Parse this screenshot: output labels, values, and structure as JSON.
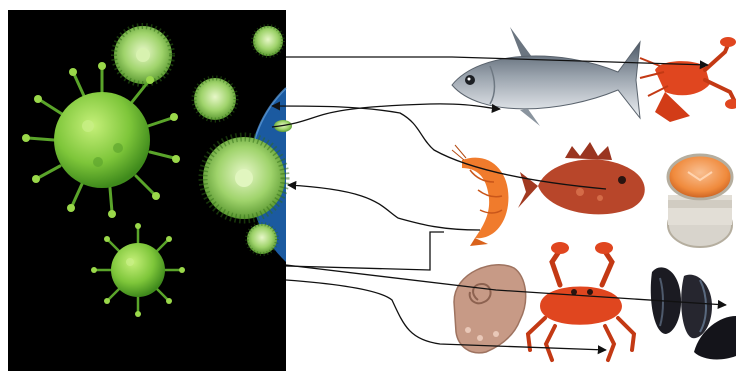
{
  "colors": {
    "background": "#ffffff",
    "microbe_panel": "#000000",
    "planet_blue": "#1b5aa0",
    "virus_green": "#7ec63a",
    "virus_dark": "#3f8a1c",
    "diatom_green": "#9fd36b",
    "arrow": "#111111",
    "tuna_body": "#9aa3ad",
    "tuna_belly": "#e6e9ee",
    "crustacean_red": "#e0461f",
    "shrimp_orange": "#f07b2c",
    "scorpionfish": "#b8462a",
    "salmon": "#f08a3c",
    "octopus": "#c79a86",
    "mussel": "#1b1b22"
  },
  "panels": {
    "left": "microorganisms",
    "right": "seafood"
  },
  "microorganisms": [
    {
      "id": "virus-large",
      "icon": "spiky-virus-icon"
    },
    {
      "id": "virus-small",
      "icon": "spiky-virus-icon"
    },
    {
      "id": "diatom-top",
      "icon": "diatom-icon"
    },
    {
      "id": "diatom-small-top",
      "icon": "diatom-icon"
    },
    {
      "id": "diatom-mid",
      "icon": "diatom-icon"
    },
    {
      "id": "diatom-large",
      "icon": "diatom-icon"
    },
    {
      "id": "diatom-bottom",
      "icon": "diatom-icon"
    }
  ],
  "seafood": [
    {
      "id": "tuna",
      "icon": "tuna-icon"
    },
    {
      "id": "lobster",
      "icon": "lobster-icon"
    },
    {
      "id": "shrimp",
      "icon": "shrimp-icon"
    },
    {
      "id": "scorpionfish",
      "icon": "scorpionfish-icon"
    },
    {
      "id": "salmon-steak",
      "icon": "salmon-steak-icon"
    },
    {
      "id": "octopus",
      "icon": "octopus-icon"
    },
    {
      "id": "crab",
      "icon": "crab-icon"
    },
    {
      "id": "mussels",
      "icon": "mussel-icon"
    }
  ],
  "connections": [
    {
      "from": "diatom-small-top",
      "to": "lobster"
    },
    {
      "from": "diatom-mid",
      "to": "tuna"
    },
    {
      "from": "scorpionfish",
      "to": "diatom-mid"
    },
    {
      "from": "shrimp",
      "to": "diatom-large"
    },
    {
      "from": "virus-small",
      "to": "mussels"
    },
    {
      "from": "virus-small",
      "to": "crab"
    },
    {
      "from": "virus-small",
      "to": "shrimp"
    }
  ]
}
